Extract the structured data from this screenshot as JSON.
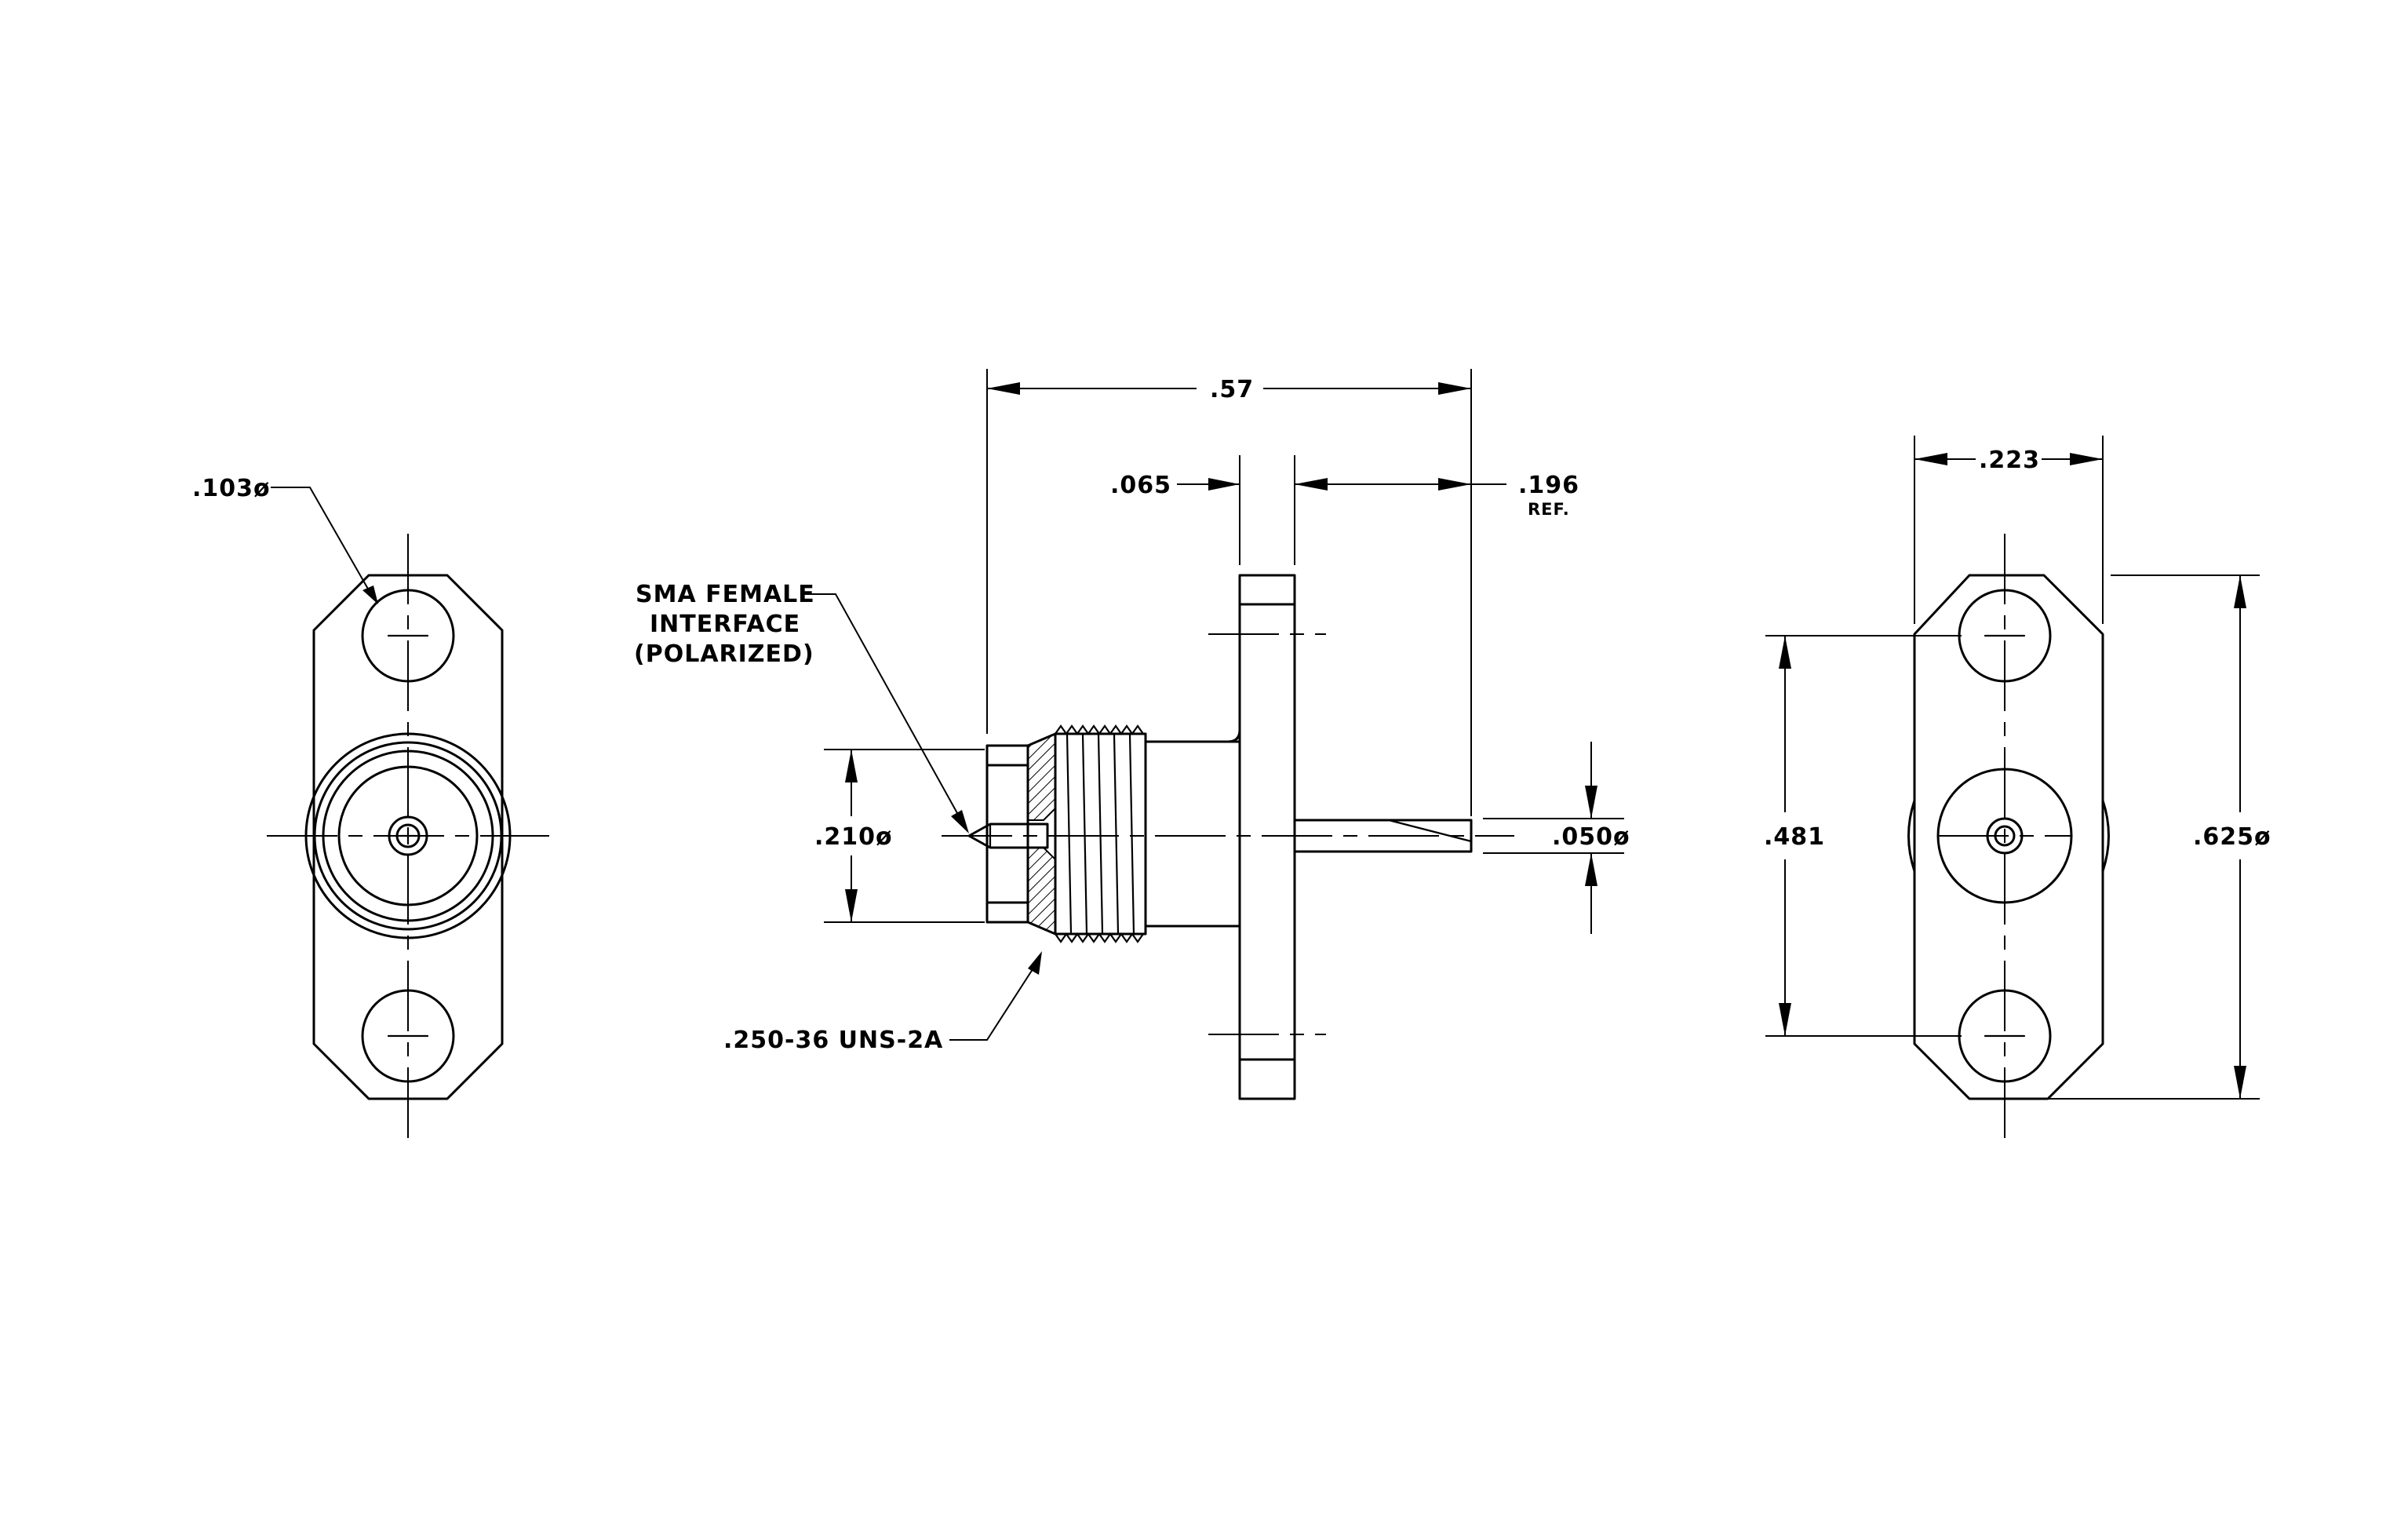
{
  "views": [
    "front-view",
    "side-view",
    "rear-view"
  ],
  "dimensions": {
    "hole_diameter": ".103ø",
    "overall_length": ".57",
    "flange_thickness": ".065",
    "pin_length": ".196",
    "pin_length_ref": "REF.",
    "interface_diameter": ".210ø",
    "pin_diameter": ".050ø",
    "thread_spec": ".250-36 UNS-2A",
    "flange_half_width": ".223",
    "hole_spacing": ".481",
    "flange_length": ".625ø"
  },
  "notes": {
    "interface_line1": "SMA FEMALE",
    "interface_line2": "INTERFACE",
    "interface_line3": "(POLARIZED)"
  }
}
